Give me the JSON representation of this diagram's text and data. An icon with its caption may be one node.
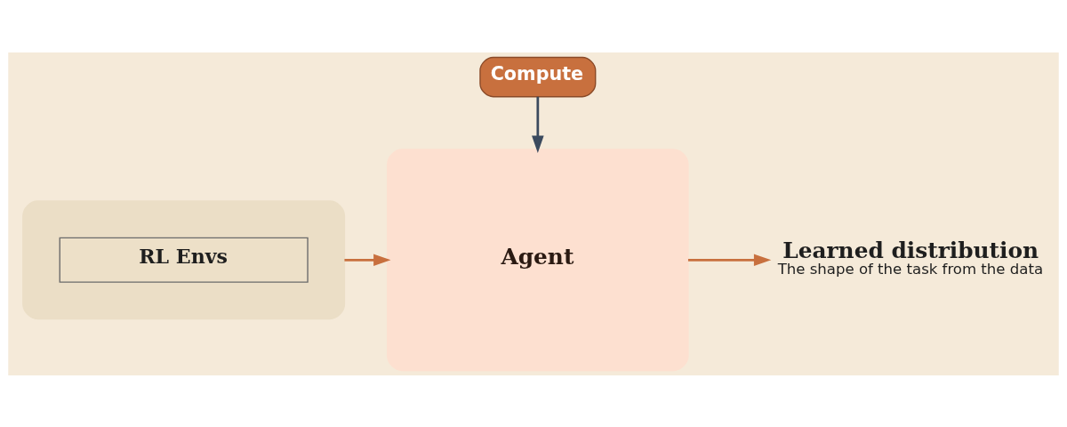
{
  "diagram": {
    "nodes": [
      {
        "text": [],
        "shape": "box"
      },
      {
        "text": [
          "RL Envs"
        ],
        "in": 0
      },
      {
        "text": [
          "Agent"
        ]
      },
      {
        "text": [
          "Learned distribution",
          "The shape of the task from the data"
        ]
      },
      {
        "text": [
          "Compute"
        ]
      }
    ],
    "edges": [
      {
        "from": 0,
        "to": 2,
        "arrow": "to"
      },
      {
        "from": 2,
        "to": 3,
        "arrow": "to"
      },
      {
        "from": 4,
        "to": 2,
        "arrow": "to",
        "color": "#3b4a5e"
      }
    ]
  }
}
